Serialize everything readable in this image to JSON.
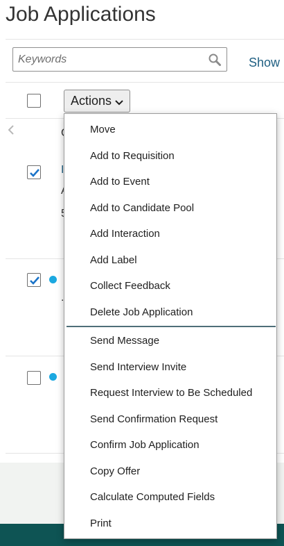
{
  "page": {
    "title": "Job Applications"
  },
  "search": {
    "placeholder": "Keywords",
    "value": "",
    "icon": "search-icon"
  },
  "show_link": "Show F",
  "toolbar": {
    "actions_label": "Actions",
    "actions_icon": "chevron-down-icon"
  },
  "table": {
    "header_partial": "C",
    "rows": [
      {
        "checked": true,
        "unread": false,
        "fragments": [
          "I",
          "A",
          "5"
        ]
      },
      {
        "checked": true,
        "unread": true,
        "fragments": [
          "."
        ]
      },
      {
        "checked": false,
        "unread": true,
        "fragments": []
      }
    ]
  },
  "actions_menu": {
    "group1": [
      "Move",
      "Add to Requisition",
      "Add to Event",
      "Add to Candidate Pool",
      "Add Interaction",
      "Add Label",
      "Collect Feedback",
      "Delete Job Application"
    ],
    "group2": [
      "Send Message",
      "Send Interview Invite",
      "Request Interview to Be Scheduled",
      "Send Confirmation Request",
      "Confirm Job Application",
      "Copy Offer",
      "Calculate Computed Fields",
      "Print"
    ]
  },
  "colors": {
    "accent_link": "#1f5f82",
    "checkbox_check": "#1a73c8",
    "unread_dot": "#1ba8e0",
    "footer_dark": "#0e5454",
    "menu_separator": "#4f6e78"
  }
}
